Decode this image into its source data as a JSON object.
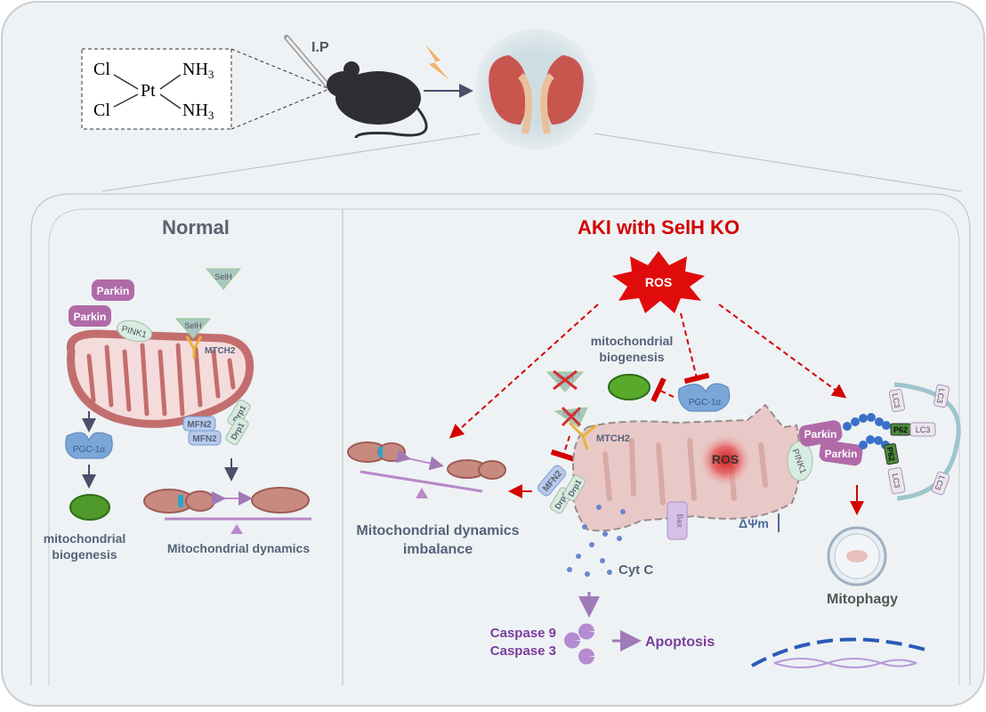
{
  "compound": {
    "cl_top": "Cl",
    "cl_bottom": "Cl",
    "pt": "Pt",
    "nh3_top": "NH",
    "nh3_bottom": "NH",
    "subscript": "3"
  },
  "injection_label": "I.P",
  "normal": {
    "title": "Normal",
    "parkin": [
      "Parkin",
      "Parkin"
    ],
    "pink1": "PINK1",
    "selh": [
      "SelH",
      "SelH"
    ],
    "mtch2": "MTCH2",
    "mfn2": [
      "MFN2",
      "MFN2"
    ],
    "drp1": [
      "Drp1",
      "Drp1"
    ],
    "pgc": "PGC-1α",
    "biogenesis": [
      "mitochondrial",
      "biogenesis"
    ],
    "dynamics": "Mitochondrial  dynamics"
  },
  "aki": {
    "title": "AKI with SelH KO",
    "ros_burst": "ROS",
    "ros_center": "ROS",
    "biogenesis": [
      "mitochondrial",
      "biogenesis"
    ],
    "pgc": "PGC-1α",
    "selh": [
      "SelH",
      "SelH"
    ],
    "mtch2": "MTCH2",
    "mfn2": "MFN2",
    "drp1": [
      "Drp1",
      "Drp1"
    ],
    "bax": "Bax",
    "delta_psi": "ΔΨm",
    "pink1": "PINK1",
    "parkin": [
      "Parkin",
      "Parkin"
    ],
    "p62": [
      "P62",
      "P62"
    ],
    "lc3": [
      "LC3",
      "LC3",
      "LC3",
      "LC3",
      "LC3"
    ],
    "dynamics_imbalance": [
      "Mitochondrial dynamics",
      "imbalance"
    ],
    "cytc": "Cyt C",
    "caspases": [
      "Caspase 9",
      "Caspase 3"
    ],
    "apoptosis": "Apoptosis",
    "mitophagy": "Mitophagy"
  },
  "colors": {
    "background": "#eef2f4",
    "red_accent": "#d40000",
    "title_gray": "#5a6270",
    "purple": "#7a3e9d",
    "label_blue": "#55627a"
  }
}
